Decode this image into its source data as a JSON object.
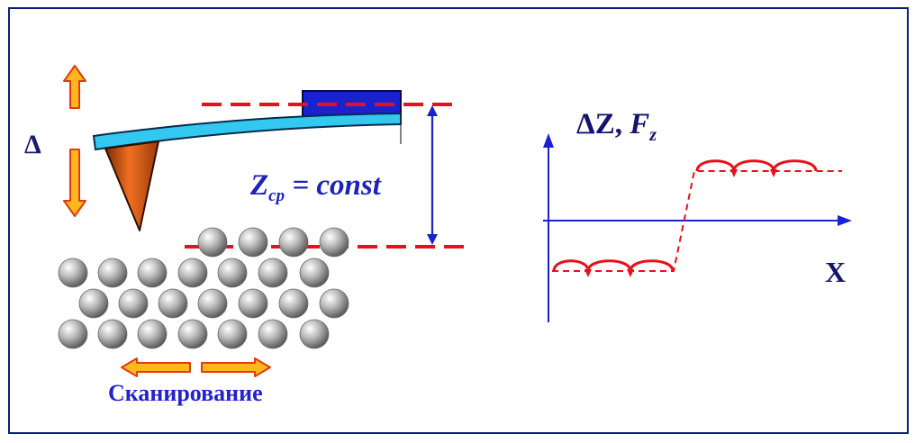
{
  "labels": {
    "delta": "Δ",
    "z_symbol": "Z",
    "z_subscript": "cp",
    "z_rest": " = const",
    "y_axis_part1": "ΔZ, ",
    "y_axis_part2": "F",
    "y_axis_subscript": "z",
    "x_axis": "X",
    "scan": "Сканирование"
  },
  "colors": {
    "frame": "#0b1f7a",
    "cantilever": "#33c8f0",
    "tip": "#e0601a",
    "holder": "#1a22d0",
    "dashed_line": "#e8101a",
    "z_arrow": "#1a22c8",
    "orange_arrow_fill": "#ffb81c",
    "orange_arrow_stroke": "#e23a10",
    "atom": "#9a9a9a",
    "axes": "#1a22d0",
    "signal": "#e8101a"
  },
  "icons": {
    "vertical_arrow": "up-down-arrow-icon",
    "scan_arrow": "left-right-arrow-icon"
  }
}
